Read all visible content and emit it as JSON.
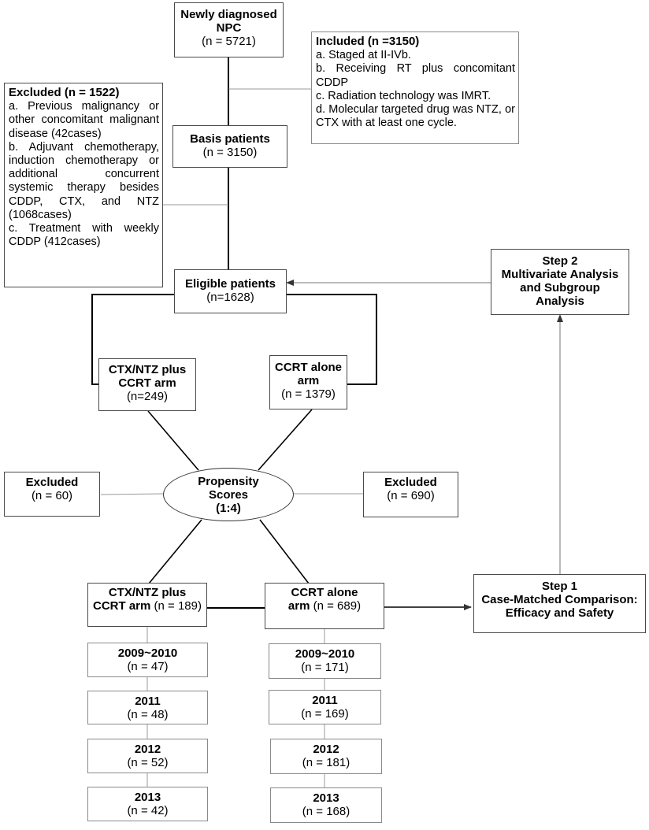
{
  "diagram": {
    "newly_diagnosed": {
      "title": "Newly diagnosed",
      "title2": "NPC",
      "count": "(n = 5721)"
    },
    "included": {
      "heading": "Included (n =3150)",
      "items": [
        "a. Staged at II-IVb.",
        "b. Receiving RT plus concomitant CDDP",
        "c. Radiation technology was IMRT.",
        "d. Molecular targeted drug was NTZ, or CTX with at least one cycle."
      ]
    },
    "excluded_top": {
      "heading": "Excluded (n = 1522)",
      "items": [
        "a. Previous malignancy or other concomitant malignant disease (42cases)",
        "b. Adjuvant chemotherapy, induction chemotherapy or additional concurrent systemic therapy besides CDDP, CTX, and NTZ (1068cases)",
        "c. Treatment with weekly CDDP (412cases)"
      ]
    },
    "basis": {
      "title": "Basis patients",
      "count": "(n = 3150)"
    },
    "eligible": {
      "title": "Eligible patients",
      "count": "(n=1628)"
    },
    "step2": {
      "line1": "Step 2",
      "line2": "Multivariate Analysis",
      "line3": "and Subgroup",
      "line4": "Analysis"
    },
    "arm_ctx_pre": {
      "line1": "CTX/NTZ plus",
      "line2": "CCRT arm",
      "count": "(n=249)"
    },
    "arm_ccrt_pre": {
      "line1": "CCRT alone",
      "line2": "arm",
      "count": "(n = 1379)"
    },
    "propensity": {
      "line1": "Propensity",
      "line2": "Scores",
      "line3": "(1:4)"
    },
    "excluded_left": {
      "title": "Excluded",
      "count": "(n = 60)"
    },
    "excluded_right": {
      "title": "Excluded",
      "count": "(n = 690)"
    },
    "arm_ctx_post": {
      "line1": "CTX/NTZ plus",
      "line2": "CCRT arm",
      "count": "(n = 189)"
    },
    "arm_ccrt_post": {
      "line1": "CCRT alone",
      "line2": "arm",
      "count": "(n = 689)"
    },
    "step1": {
      "line1": "Step 1",
      "line2": "Case-Matched Comparison:",
      "line3": "Efficacy and Safety"
    },
    "years_ctx": [
      {
        "year": "2009~2010",
        "count": "(n = 47)"
      },
      {
        "year": "2011",
        "count": "(n = 48)"
      },
      {
        "year": "2012",
        "count": "(n = 52)"
      },
      {
        "year": "2013",
        "count": "(n = 42)"
      }
    ],
    "years_ccrt": [
      {
        "year": "2009~2010",
        "count": "(n = 171)"
      },
      {
        "year": "2011",
        "count": "(n = 169)"
      },
      {
        "year": "2012",
        "count": "(n = 181)"
      },
      {
        "year": "2013",
        "count": "(n = 168)"
      }
    ]
  }
}
